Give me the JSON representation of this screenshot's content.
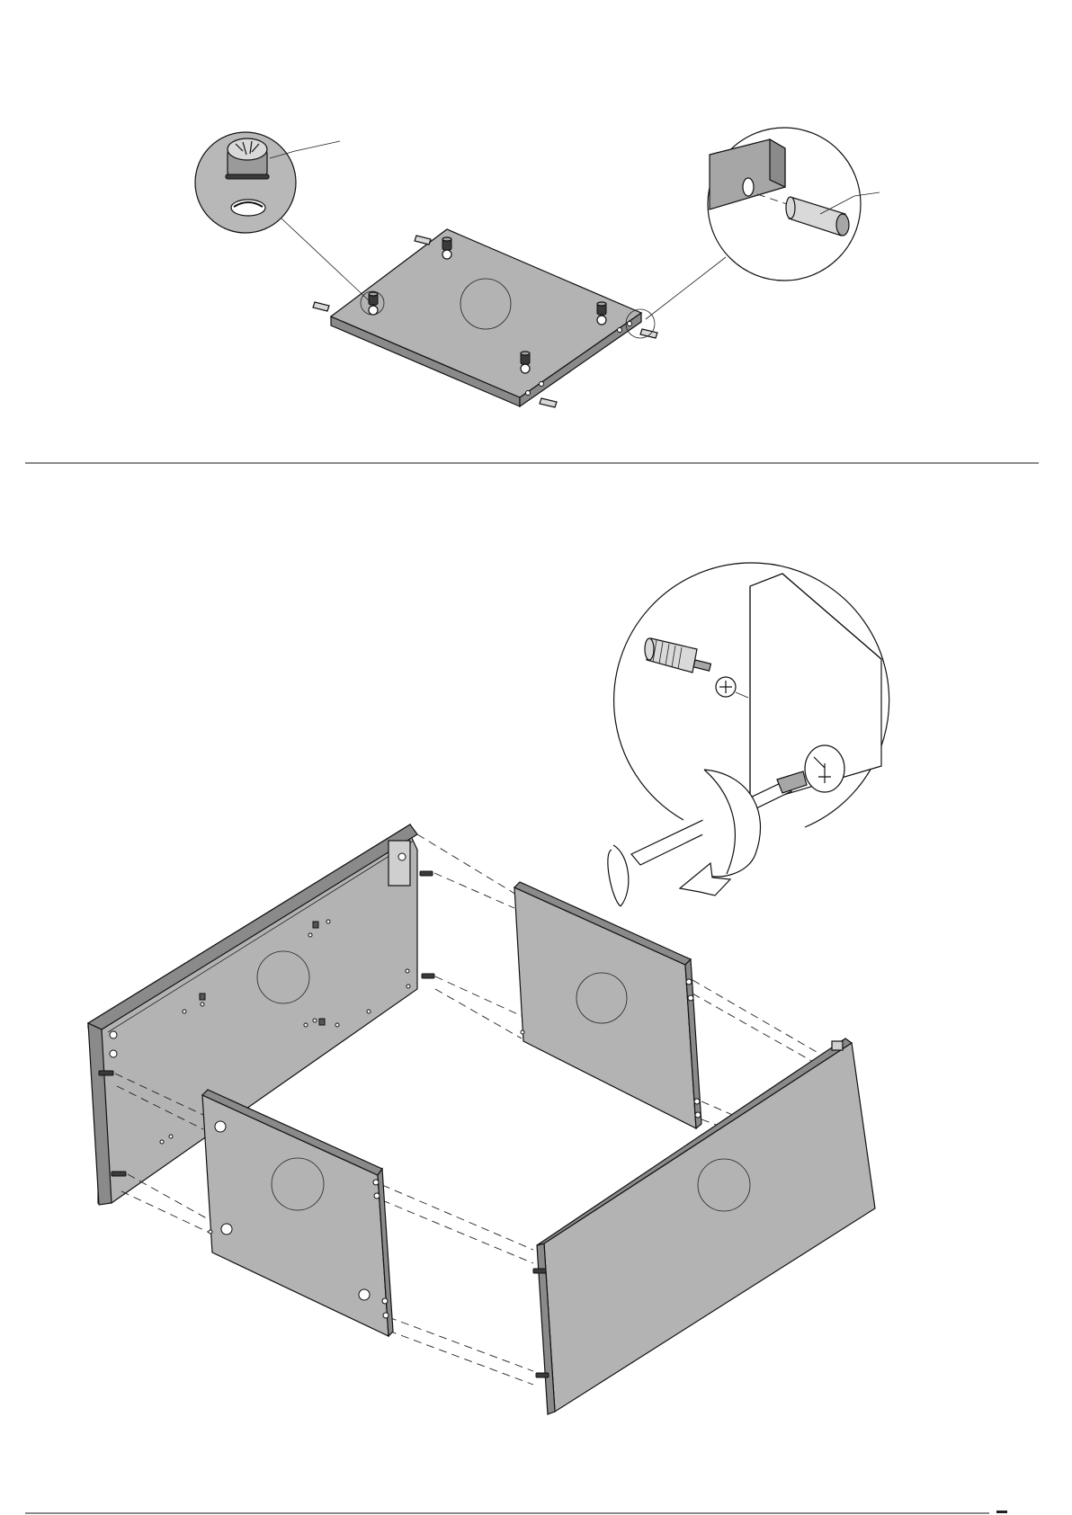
{
  "figure": {
    "step_a": {
      "parts": [
        "cam-lock-fitting",
        "wooden-dowel",
        "base-panel"
      ]
    },
    "step_b": {
      "parts": [
        "back-panel",
        "side-panel-left",
        "side-panel-right",
        "front-panel",
        "cam-bolt",
        "screwdriver"
      ]
    }
  },
  "page_number": ""
}
